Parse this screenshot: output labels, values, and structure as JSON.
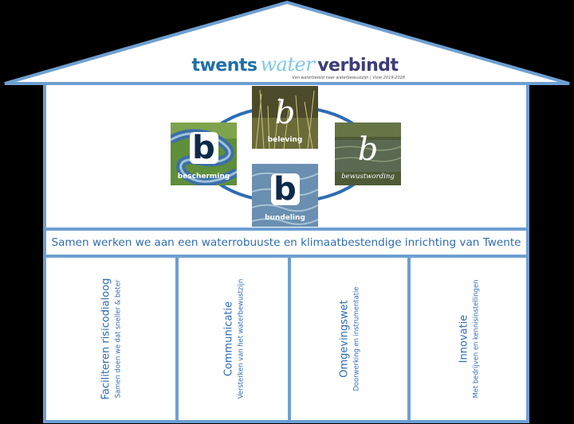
{
  "logo": {
    "part_twents": "twents",
    "part_water": "water",
    "part_verbindt": "verbindt",
    "tagline": "Van waterbeleid naar waterbewustzijn | Visie 2019-2028"
  },
  "tiles": [
    {
      "letter": "b",
      "label": "bescherming"
    },
    {
      "letter": "b",
      "label": "beleving"
    },
    {
      "letter": "b",
      "label": "bundeling"
    },
    {
      "letter": "b",
      "label": "bewustwording"
    }
  ],
  "banner": "Samen werken we aan een waterrobuuste en klimaatbestendige inrichting van Twente",
  "pillars": [
    {
      "title": "Faciliteren risicodialoog",
      "subtitle": "Samen doen we dat sneller & beter"
    },
    {
      "title": "Communicatie",
      "subtitle": "Versterken van het waterbewustzijn"
    },
    {
      "title": "Omgevingswet",
      "subtitle": "Doorwerking en instrumentatie"
    },
    {
      "title": "Innovatie",
      "subtitle": "Met bedrijven en kennisinstellingen"
    }
  ],
  "colors": {
    "frame": "#6e9fd1",
    "text_blue": "#2e6cb4",
    "logo_twents": "#1f6fa8",
    "logo_water": "#7fc9e8",
    "logo_verbindt": "#3d3d78"
  }
}
